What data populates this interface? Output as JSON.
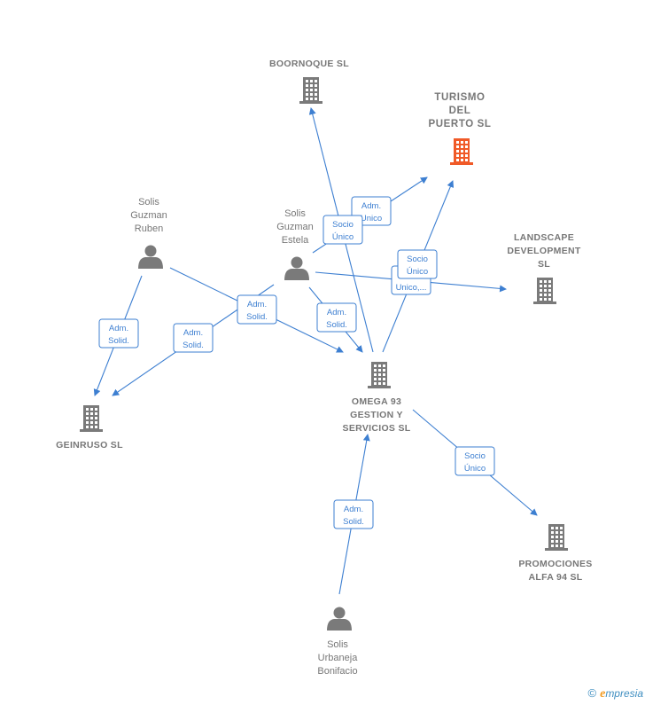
{
  "nodes": [
    {
      "id": "boornoque",
      "kind": "company",
      "lines": [
        "BOORNOQUE SL"
      ],
      "highlight": false
    },
    {
      "id": "turismo",
      "kind": "company",
      "lines": [
        "TURISMO",
        "DEL",
        "PUERTO  SL"
      ],
      "highlight": true
    },
    {
      "id": "landscape",
      "kind": "company",
      "lines": [
        "LANDSCAPE",
        "DEVELOPMENT",
        "SL"
      ],
      "highlight": false
    },
    {
      "id": "geinruso",
      "kind": "company",
      "lines": [
        "GEINRUSO SL"
      ],
      "highlight": false
    },
    {
      "id": "omega",
      "kind": "company",
      "lines": [
        "OMEGA 93",
        "GESTION Y",
        "SERVICIOS SL"
      ],
      "highlight": false
    },
    {
      "id": "promociones",
      "kind": "company",
      "lines": [
        "PROMOCIONES",
        "ALFA 94 SL"
      ],
      "highlight": false
    },
    {
      "id": "ruben",
      "kind": "person",
      "lines": [
        "Solis",
        "Guzman",
        "Ruben"
      ],
      "highlight": false
    },
    {
      "id": "estela",
      "kind": "person",
      "lines": [
        "Solis",
        "Guzman",
        "Estela"
      ],
      "highlight": false
    },
    {
      "id": "bonifacio",
      "kind": "person",
      "lines": [
        "Solis",
        "Urbaneja",
        "Bonifacio"
      ],
      "highlight": false
    }
  ],
  "edges": [
    {
      "id": "ruben-geinruso",
      "from": "ruben",
      "to": "geinruso",
      "label": [
        "Adm.",
        "Solid."
      ]
    },
    {
      "id": "ruben-omega",
      "from": "ruben",
      "to": "omega",
      "label": [
        "Adm.",
        "Solid."
      ]
    },
    {
      "id": "estela-geinruso",
      "from": "estela",
      "to": "geinruso",
      "label": [
        "Adm.",
        "Solid."
      ]
    },
    {
      "id": "estela-omega",
      "from": "estela",
      "to": "omega",
      "label": [
        "Adm.",
        "Solid."
      ]
    },
    {
      "id": "estela-turismo",
      "from": "estela",
      "to": "turismo",
      "label": [
        "Adm.",
        "Unico"
      ]
    },
    {
      "id": "estela-landscape",
      "from": "estela",
      "to": "landscape",
      "label": [
        "Adm.",
        "Unico,..."
      ]
    },
    {
      "id": "omega-boornoque",
      "from": "omega",
      "to": "boornoque",
      "label": [
        "Socio",
        "Único"
      ]
    },
    {
      "id": "omega-turismo",
      "from": "omega",
      "to": "turismo",
      "label": [
        "Socio",
        "Único"
      ]
    },
    {
      "id": "omega-promociones",
      "from": "omega",
      "to": "promociones",
      "label": [
        "Socio",
        "Único"
      ]
    },
    {
      "id": "bonifacio-omega",
      "from": "bonifacio",
      "to": "omega",
      "label": [
        "Adm.",
        "Solid."
      ]
    }
  ],
  "colors": {
    "edge": "#3d7fd1",
    "icon": "#7a7a7a",
    "highlight": "#f05a28"
  },
  "footer": {
    "copyright": "©",
    "brand_initial": "e",
    "brand_rest": "mpresia"
  }
}
